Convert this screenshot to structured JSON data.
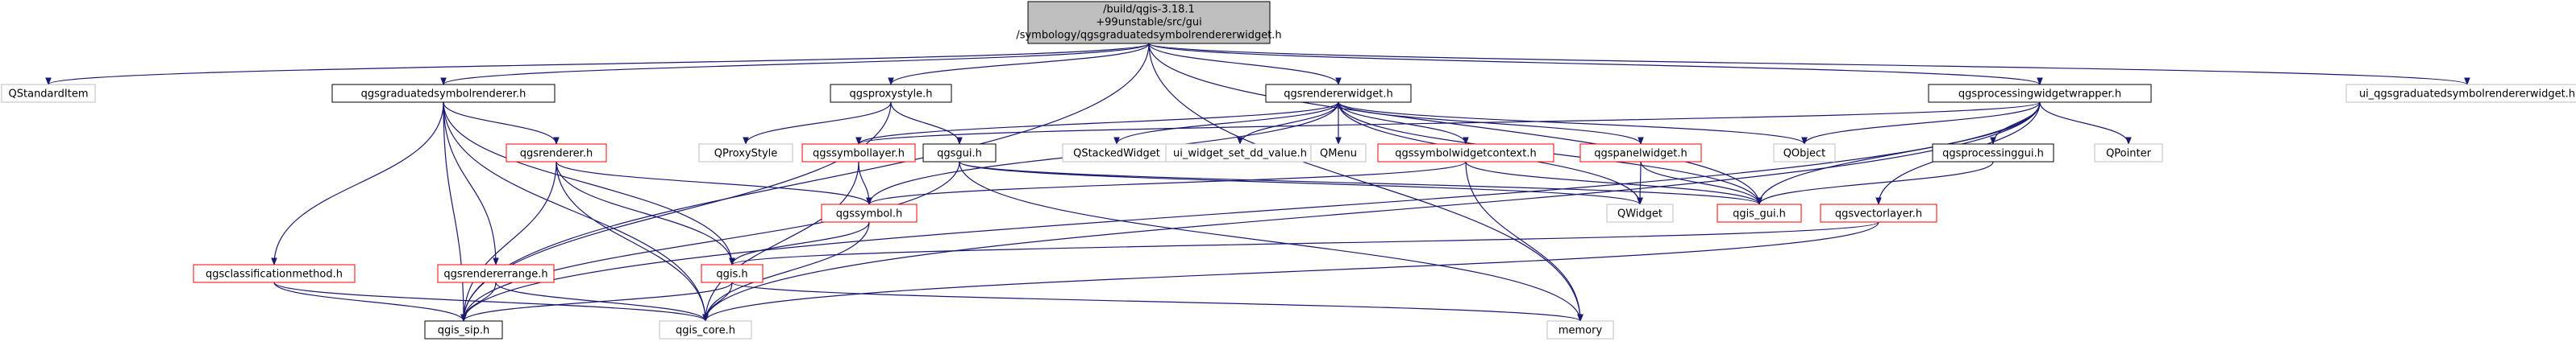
{
  "root": {
    "lines": [
      "/build/qgis-3.18.1",
      "+99unstable/src/gui",
      "/symbology/qgsgraduatedsymbolrendererwidget.h"
    ]
  },
  "nodes": {
    "qstandarditem": "QStandardItem",
    "graduatedrenderer_h": "qgsgraduatedsymbolrenderer.h",
    "proxystyle_h": "qgsproxystyle.h",
    "rendererwidget_h": "qgsrendererwidget.h",
    "processingwidgetwrapper_h": "qgsprocessingwidgetwrapper.h",
    "ui_widget_h": "ui_qgsgraduatedsymbolrendererwidget.h",
    "renderer_h": "qgsrenderer.h",
    "qproxystyle": "QProxyStyle",
    "qgsgui_h": "qgsgui.h",
    "symbollayer_h": "qgssymbollayer.h",
    "qstackedwidget": "QStackedWidget",
    "ui_widget_set_dd_value_h": "ui_widget_set_dd_value.h",
    "qmenu": "QMenu",
    "symbolwidgetcontext_h": "qgssymbolwidgetcontext.h",
    "panelwidget_h": "qgspanelwidget.h",
    "qobject": "QObject",
    "processinggui_h": "qgsprocessinggui.h",
    "qpointer": "QPointer",
    "symbol_h": "qgssymbol.h",
    "qwidget": "QWidget",
    "qgis_gui_h": "qgis_gui.h",
    "vectorlayer_h": "qgsvectorlayer.h",
    "classificationmethod_h": "qgsclassificationmethod.h",
    "rendererrange_h": "qgsrendererrange.h",
    "qgis_h": "qgis.h",
    "qgis_sip_h": "qgis_sip.h",
    "qgis_core_h": "qgis_core.h",
    "memory": "memory"
  },
  "colors": {
    "root_fill": "#bfbfbf",
    "documented_border": "#000000",
    "incomplete_border": "#ff0000",
    "external_border": "#bfbfbf",
    "edge": "#191970",
    "text": "#000000"
  }
}
